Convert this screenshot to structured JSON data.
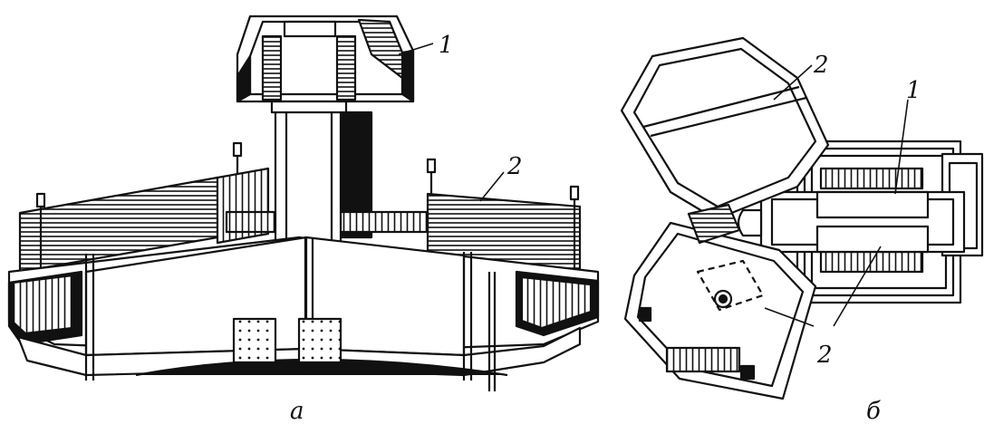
{
  "figure_a": {
    "caption": "а",
    "callouts": {
      "top": "1",
      "right": "2"
    }
  },
  "figure_b": {
    "caption": "б",
    "callouts": {
      "top_left": "2",
      "top_right": "1",
      "bottom": "2"
    }
  },
  "colors": {
    "ink": "#111111",
    "paper": "#ffffff",
    "shade": "#6a6a6a"
  }
}
